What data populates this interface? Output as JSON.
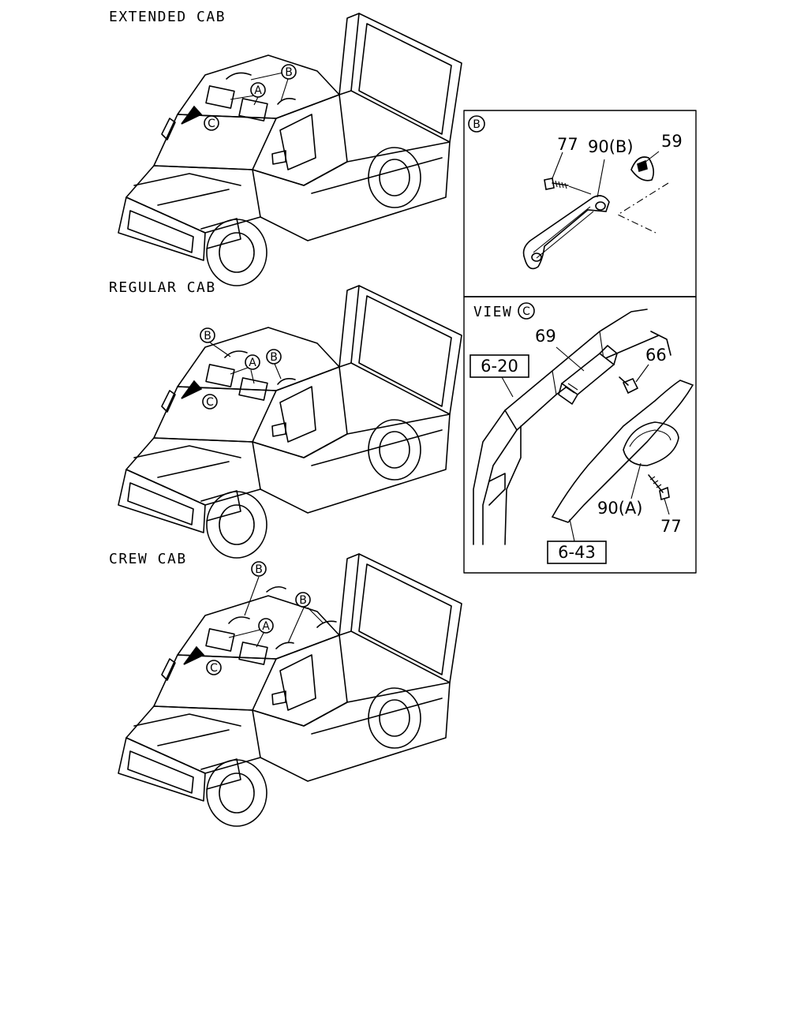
{
  "views": [
    {
      "key": "extended",
      "title": "EXTENDED CAB",
      "callouts": [
        "B",
        "A",
        "C"
      ]
    },
    {
      "key": "regular",
      "title": "REGULAR CAB",
      "callouts": [
        "B",
        "A",
        "B",
        "C"
      ]
    },
    {
      "key": "crew",
      "title": "CREW CAB",
      "callouts": [
        "B",
        "A",
        "B",
        "C"
      ]
    }
  ],
  "detail_b": {
    "marker": "B",
    "labels": {
      "screw": "77",
      "handle": "90(B)",
      "clip": "59"
    }
  },
  "view_c": {
    "caption": "VIEW",
    "marker": "C",
    "labels": {
      "bracket": "69",
      "bolt": "66",
      "handle": "90(A)",
      "screw": "77"
    },
    "refs": [
      "6-20",
      "6-43"
    ]
  }
}
